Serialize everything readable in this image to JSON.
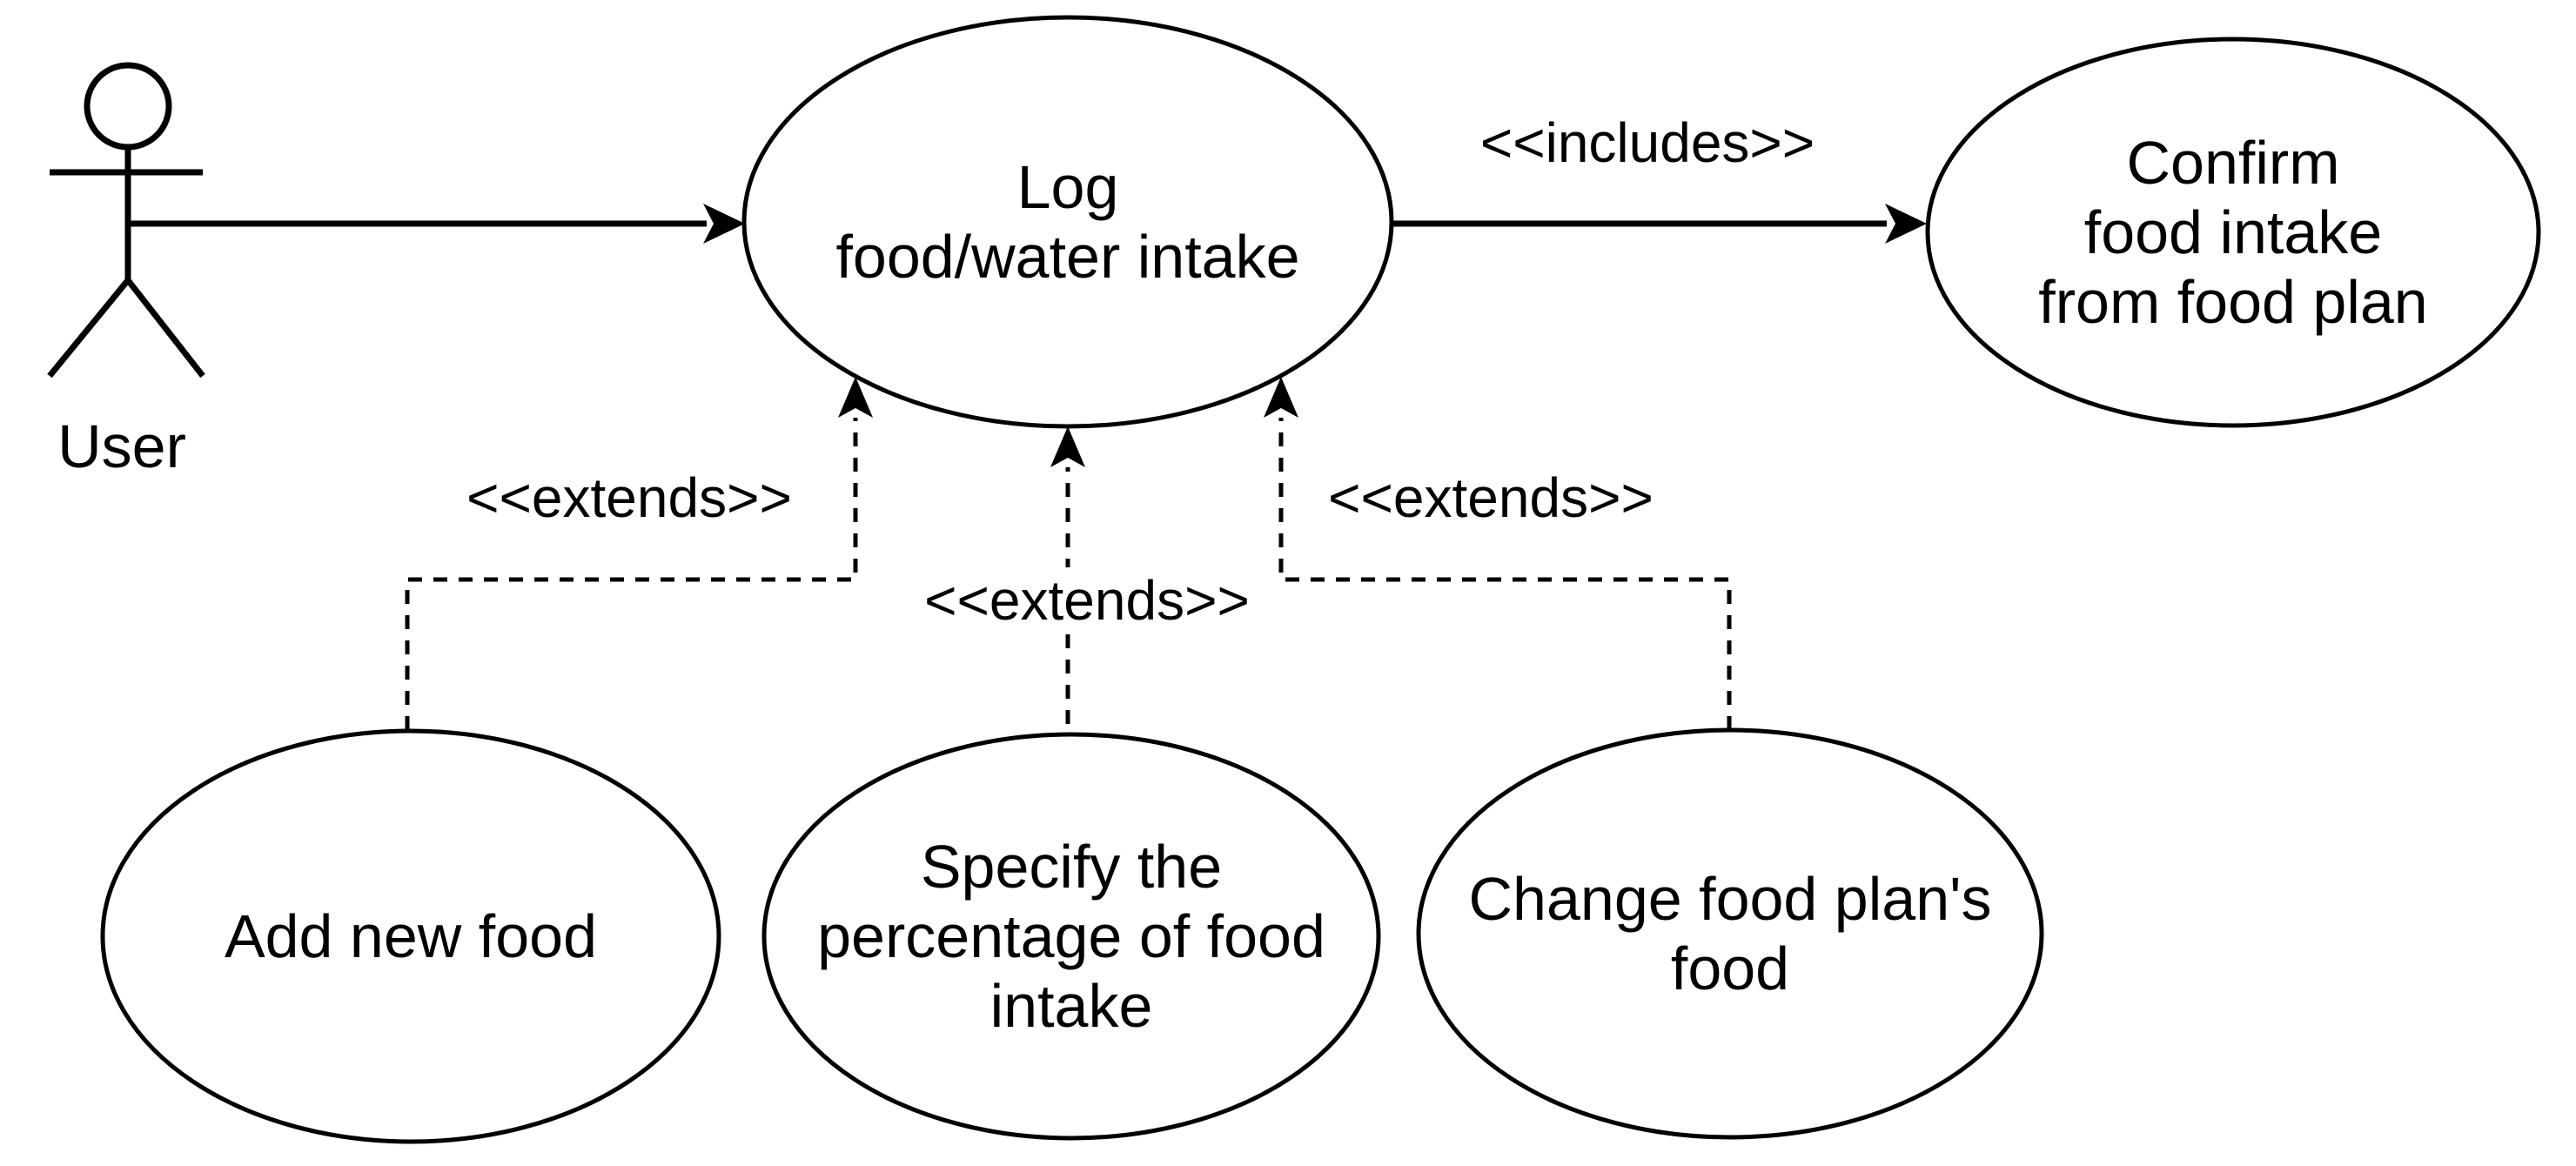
{
  "diagram": {
    "type": "uml-use-case",
    "colors": {
      "stroke": "#000000",
      "background": "#ffffff",
      "text": "#000000"
    },
    "actor": {
      "label": "User"
    },
    "use_cases": {
      "log": {
        "lines": [
          "Log",
          "food/water intake"
        ]
      },
      "confirm": {
        "lines": [
          "Confirm",
          "food intake",
          "from food plan"
        ]
      },
      "add": {
        "lines": [
          "Add new food"
        ]
      },
      "specify": {
        "lines": [
          "Specify the",
          "percentage of food",
          "intake"
        ]
      },
      "change": {
        "lines": [
          "Change food plan's",
          "food"
        ]
      }
    },
    "relations": {
      "user_to_log": {
        "type": "association",
        "label": ""
      },
      "log_to_confirm": {
        "type": "include",
        "label": "<<includes>>"
      },
      "add_to_log": {
        "type": "extend",
        "label": "<<extends>>"
      },
      "specify_to_log": {
        "type": "extend",
        "label": "<<extends>>"
      },
      "change_to_log": {
        "type": "extend",
        "label": "<<extends>>"
      }
    }
  }
}
